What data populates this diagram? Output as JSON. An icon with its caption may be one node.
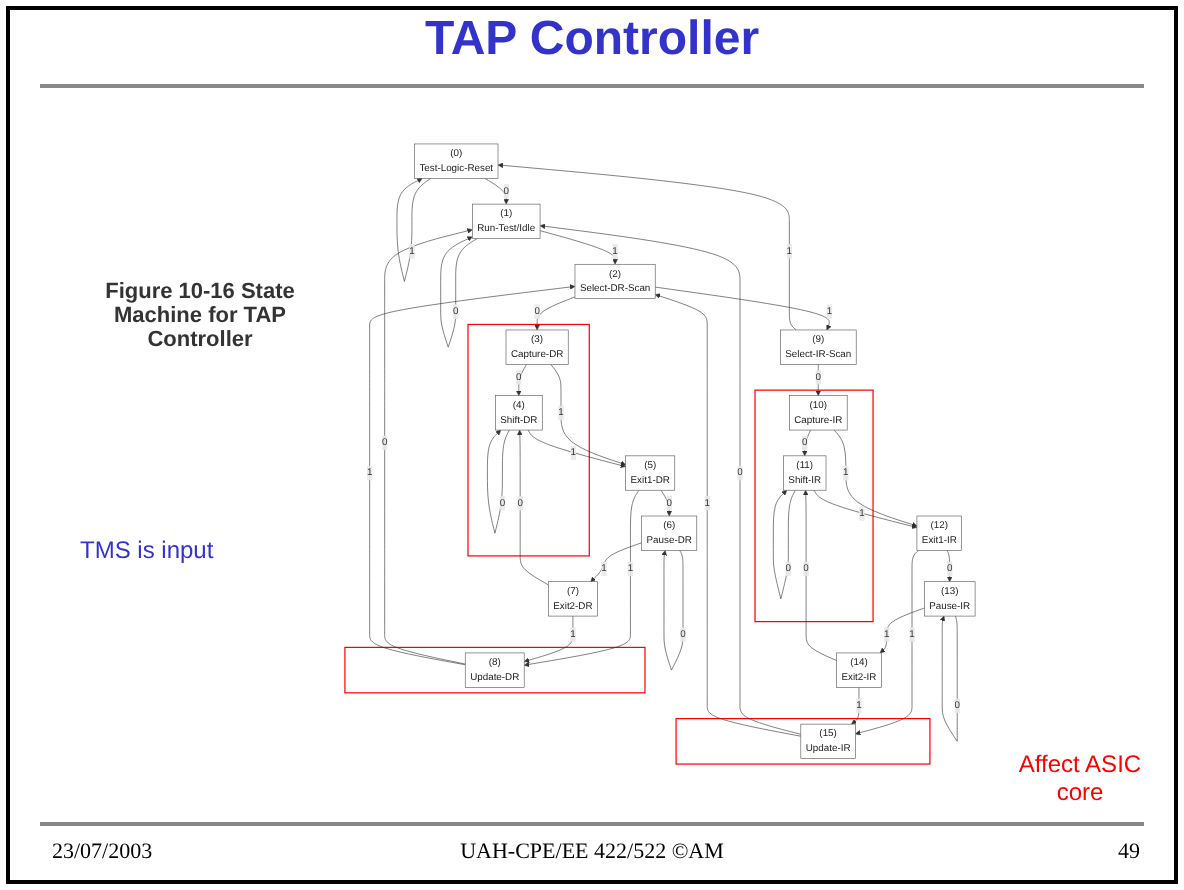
{
  "diagram": {
    "title": "TAP Controller",
    "nodes": [
      {
        "text": [
          "(0)",
          "Test-Logic-Reset"
        ]
      },
      {
        "text": [
          "(1)",
          "Run-Test/Idle"
        ]
      },
      {
        "text": [
          "(2)",
          "Select-DR-Scan"
        ]
      },
      {
        "text": [],
        "shape": "box"
      },
      {
        "text": [
          "(3)",
          "Capture-DR"
        ],
        "in": 3
      },
      {
        "text": [
          "(4)",
          "Shift-DR"
        ],
        "in": 3
      },
      {
        "text": [
          "(5)",
          "Exit1-DR"
        ]
      },
      {
        "text": [
          "(6)",
          "Pause-DR"
        ]
      },
      {
        "text": [
          "(7)",
          "Exit2-DR"
        ]
      },
      {
        "text": [],
        "shape": "box"
      },
      {
        "text": [
          "(8)",
          "Update-DR"
        ],
        "in": 9
      },
      {
        "text": [
          "(9)",
          "Select-IR-Scan"
        ]
      },
      {
        "text": [],
        "shape": "box"
      },
      {
        "text": [
          "(10)",
          "Capture-IR"
        ],
        "in": 12
      },
      {
        "text": [
          "(11)",
          "Shift-IR"
        ],
        "in": 12
      },
      {
        "text": [
          "(12)",
          "Exit1-IR"
        ]
      },
      {
        "text": [
          "(13)",
          "Pause-IR"
        ]
      },
      {
        "text": [
          "(14)",
          "Exit2-IR"
        ]
      },
      {
        "text": [],
        "shape": "box"
      },
      {
        "text": [
          "(15)",
          "Update-IR"
        ],
        "in": 18
      }
    ],
    "edges": [
      {
        "from": 0,
        "to": 0,
        "arrow": "to",
        "label": "1"
      },
      {
        "from": 0,
        "to": 1,
        "arrow": "to",
        "label": "0"
      },
      {
        "from": 1,
        "to": 1,
        "arrow": "to",
        "label": "0"
      },
      {
        "from": 1,
        "to": 2,
        "arrow": "to",
        "label": "1"
      },
      {
        "from": 2,
        "to": 4,
        "arrow": "to",
        "label": "0"
      },
      {
        "from": 2,
        "to": 11,
        "arrow": "to",
        "label": "1"
      },
      {
        "from": 4,
        "to": 5,
        "arrow": "to",
        "label": "0"
      },
      {
        "from": 4,
        "to": 6,
        "arrow": "to",
        "label": "1"
      },
      {
        "from": 5,
        "to": 5,
        "arrow": "to",
        "label": "0"
      },
      {
        "from": 5,
        "to": 6,
        "arrow": "to",
        "label": "1"
      },
      {
        "from": 6,
        "to": 7,
        "arrow": "to",
        "label": "0"
      },
      {
        "from": 6,
        "to": 10,
        "arrow": "to",
        "label": "1"
      },
      {
        "from": 7,
        "to": 7,
        "arrow": "to",
        "label": "0"
      },
      {
        "from": 7,
        "to": 8,
        "arrow": "to",
        "label": "1"
      },
      {
        "from": 8,
        "to": 5,
        "arrow": "to",
        "label": "0"
      },
      {
        "from": 8,
        "to": 10,
        "arrow": "to",
        "label": "1"
      },
      {
        "from": 10,
        "to": 1,
        "arrow": "to",
        "label": "0"
      },
      {
        "from": 10,
        "to": 2,
        "arrow": "to",
        "label": "1"
      },
      {
        "from": 11,
        "to": 13,
        "arrow": "to",
        "label": "0"
      },
      {
        "from": 11,
        "to": 0,
        "arrow": "to",
        "label": "1"
      },
      {
        "from": 13,
        "to": 14,
        "arrow": "to",
        "label": "0"
      },
      {
        "from": 13,
        "to": 15,
        "arrow": "to",
        "label": "1"
      },
      {
        "from": 14,
        "to": 14,
        "arrow": "to",
        "label": "0"
      },
      {
        "from": 14,
        "to": 15,
        "arrow": "to",
        "label": "1"
      },
      {
        "from": 15,
        "to": 16,
        "arrow": "to",
        "label": "0"
      },
      {
        "from": 15,
        "to": 19,
        "arrow": "to",
        "label": "1"
      },
      {
        "from": 16,
        "to": 16,
        "arrow": "to",
        "label": "0"
      },
      {
        "from": 16,
        "to": 17,
        "arrow": "to",
        "label": "1"
      },
      {
        "from": 17,
        "to": 14,
        "arrow": "to",
        "label": "0"
      },
      {
        "from": 17,
        "to": 19,
        "arrow": "to",
        "label": "1"
      },
      {
        "from": 19,
        "to": 1,
        "arrow": "to",
        "label": "0"
      },
      {
        "from": 19,
        "to": 2,
        "arrow": "to",
        "label": "1"
      }
    ],
    "labels": [
      "Figure 10-16 State Machine for TAP Controller",
      "TMS is input",
      "Affect ASIC core",
      "23/07/2003",
      "UAH-CPE/EE 422/522 ©AM",
      "49"
    ]
  }
}
